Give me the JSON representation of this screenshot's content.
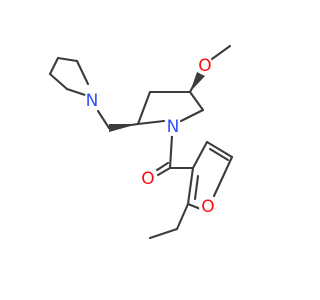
{
  "molecule": {
    "atoms": {
      "methoxy_oxygen": {
        "symbol": "O",
        "color": "#ff0d0d"
      },
      "pyrrolidine_nitrogen": {
        "symbol": "N",
        "color": "#3050f8"
      },
      "amide_nitrogen": {
        "symbol": "N",
        "color": "#3050f8"
      },
      "carbonyl_oxygen": {
        "symbol": "O",
        "color": "#ff0d0d"
      },
      "furan_oxygen": {
        "symbol": "O",
        "color": "#ff0d0d"
      }
    },
    "bond_color": "#3c3c3c"
  }
}
